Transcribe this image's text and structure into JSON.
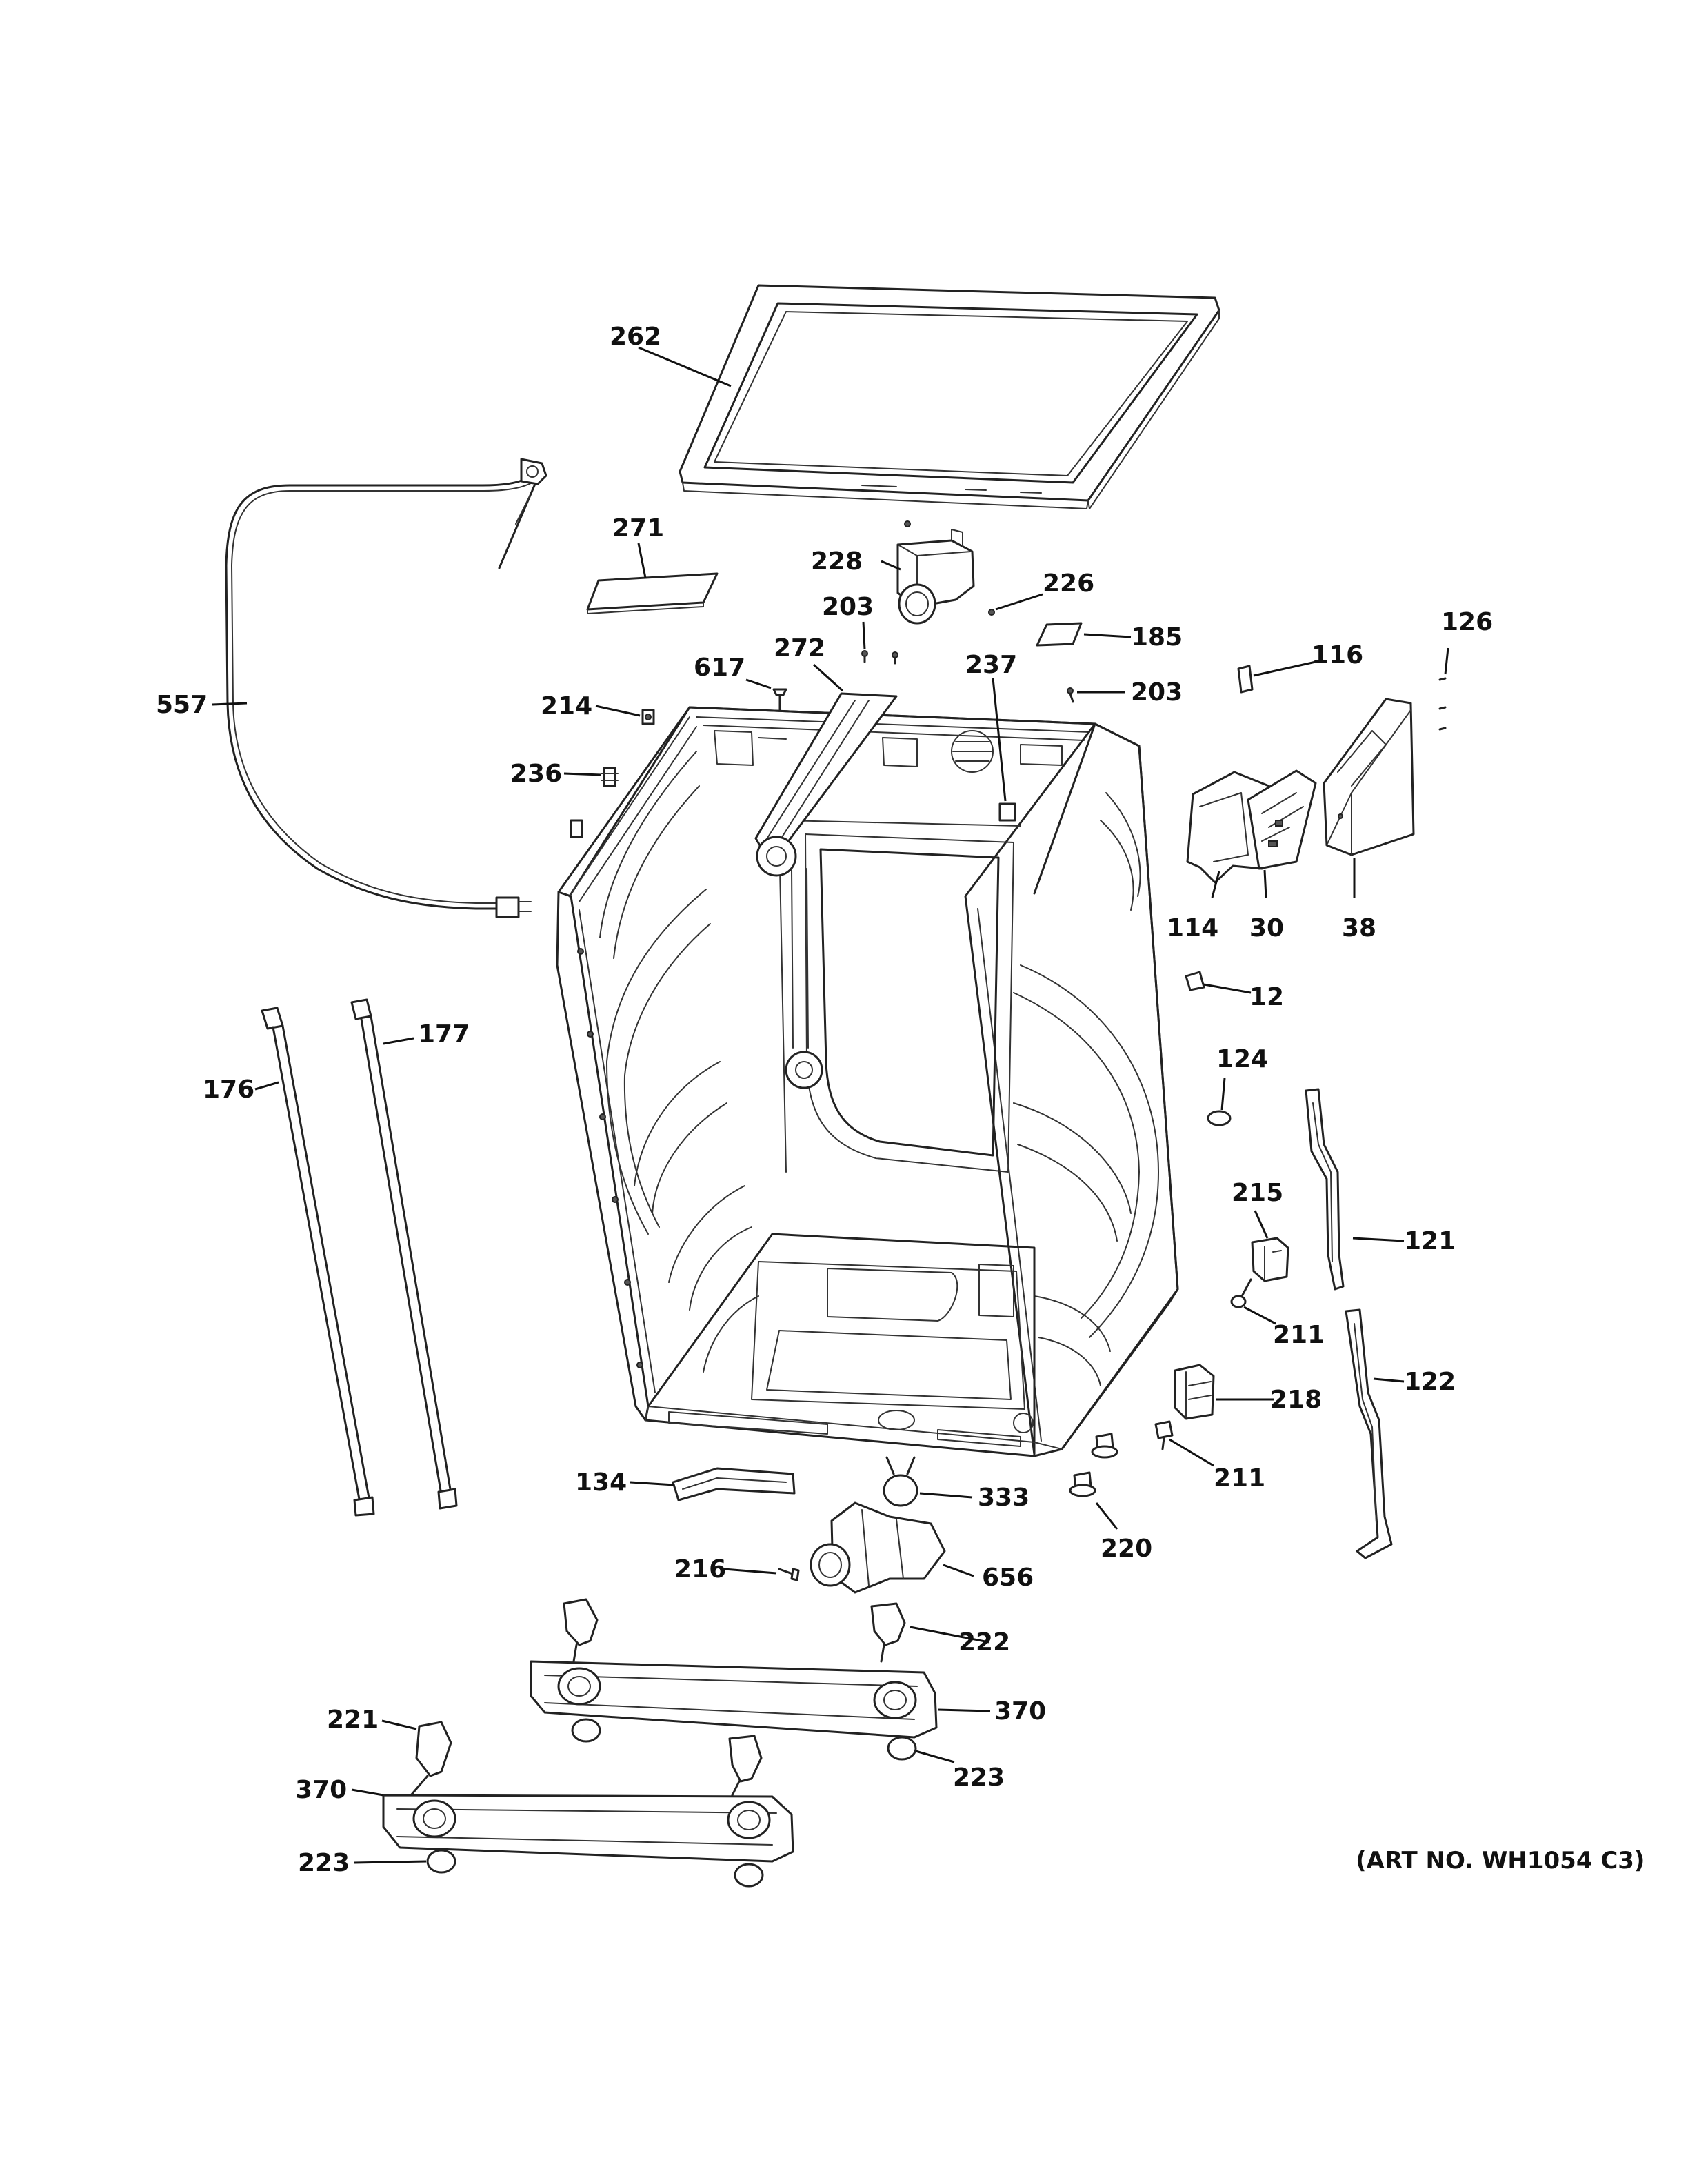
{
  "callouts": [
    {
      "id": "c262",
      "text": "262"
    },
    {
      "id": "c271",
      "text": "271"
    },
    {
      "id": "c228",
      "text": "228"
    },
    {
      "id": "c226",
      "text": "226"
    },
    {
      "id": "c203a",
      "text": "203"
    },
    {
      "id": "c185",
      "text": "185"
    },
    {
      "id": "c126",
      "text": "126"
    },
    {
      "id": "c557",
      "text": "557"
    },
    {
      "id": "c617",
      "text": "617"
    },
    {
      "id": "c272",
      "text": "272"
    },
    {
      "id": "c237",
      "text": "237"
    },
    {
      "id": "c203b",
      "text": "203"
    },
    {
      "id": "c116",
      "text": "116"
    },
    {
      "id": "c214",
      "text": "214"
    },
    {
      "id": "c236",
      "text": "236"
    },
    {
      "id": "c114",
      "text": "114"
    },
    {
      "id": "c30",
      "text": "30"
    },
    {
      "id": "c38",
      "text": "38"
    },
    {
      "id": "c12",
      "text": "12"
    },
    {
      "id": "c177",
      "text": "177"
    },
    {
      "id": "c176",
      "text": "176"
    },
    {
      "id": "c124",
      "text": "124"
    },
    {
      "id": "c215",
      "text": "215"
    },
    {
      "id": "c121",
      "text": "121"
    },
    {
      "id": "c211a",
      "text": "211"
    },
    {
      "id": "c218",
      "text": "218"
    },
    {
      "id": "c122",
      "text": "122"
    },
    {
      "id": "c211b",
      "text": "211"
    },
    {
      "id": "c134",
      "text": "134"
    },
    {
      "id": "c333",
      "text": "333"
    },
    {
      "id": "c220",
      "text": "220"
    },
    {
      "id": "c216",
      "text": "216"
    },
    {
      "id": "c656",
      "text": "656"
    },
    {
      "id": "c222",
      "text": "222"
    },
    {
      "id": "c370a",
      "text": "370"
    },
    {
      "id": "c221",
      "text": "221"
    },
    {
      "id": "c223a",
      "text": "223"
    },
    {
      "id": "c370b",
      "text": "370"
    },
    {
      "id": "c223b",
      "text": "223"
    }
  ],
  "art_number": "(ART NO. WH1054 C3)"
}
